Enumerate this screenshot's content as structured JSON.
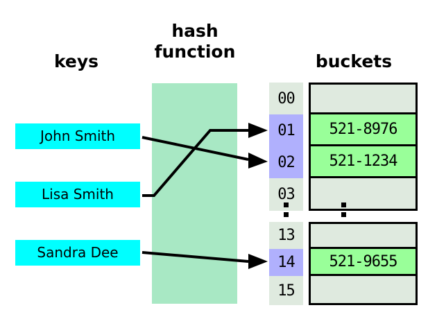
{
  "headings": {
    "keys": "keys",
    "hash_function_line1": "hash",
    "hash_function_line2": "function",
    "buckets": "buckets"
  },
  "keys": [
    {
      "label": "John Smith"
    },
    {
      "label": "Lisa Smith"
    },
    {
      "label": "Sandra Dee"
    }
  ],
  "buckets": {
    "ellipsis": "⋮",
    "top_group": [
      {
        "index": "00",
        "value": "",
        "filled": false
      },
      {
        "index": "01",
        "value": "521-8976",
        "filled": true
      },
      {
        "index": "02",
        "value": "521-1234",
        "filled": true
      },
      {
        "index": "03",
        "value": "",
        "filled": false
      }
    ],
    "bottom_group": [
      {
        "index": "13",
        "value": "",
        "filled": false
      },
      {
        "index": "14",
        "value": "521-9655",
        "filled": true
      },
      {
        "index": "15",
        "value": "",
        "filled": false
      }
    ]
  },
  "mappings": [
    {
      "from": "John Smith",
      "to": "02"
    },
    {
      "from": "Lisa Smith",
      "to": "01"
    },
    {
      "from": "Sandra Dee",
      "to": "14"
    }
  ],
  "colors": {
    "key_chip": "#00ffff",
    "hash_box": "#a8e8c4",
    "index_filled": "#b0b0fd",
    "index_empty": "#dfeadf",
    "value_filled": "#99ff99",
    "value_empty": "#dfeadf",
    "stroke": "#000000",
    "background": "#ffffff"
  }
}
